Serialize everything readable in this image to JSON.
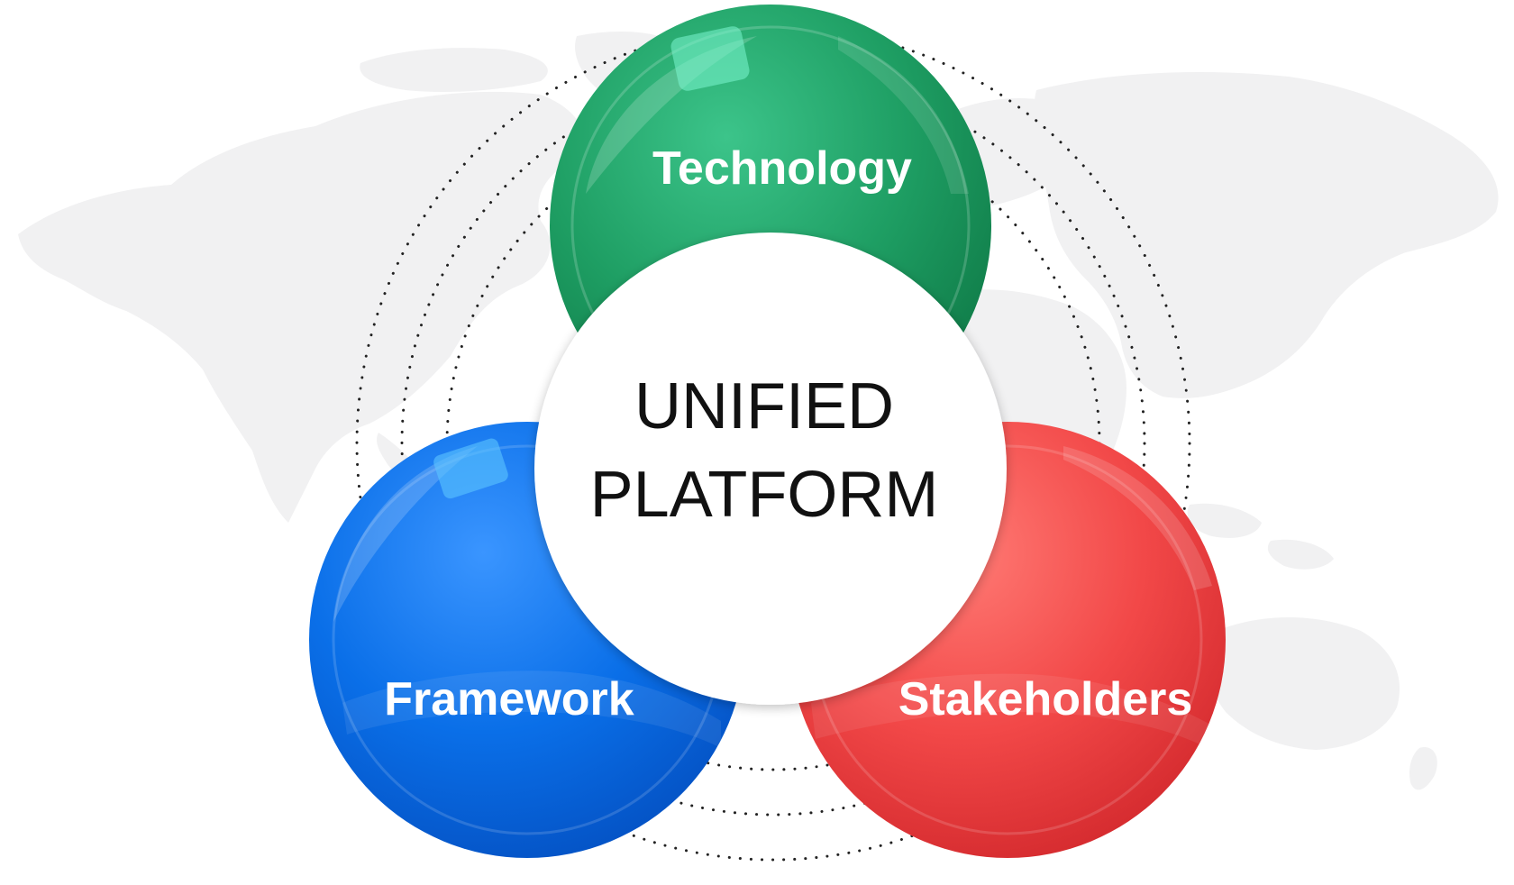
{
  "diagram": {
    "center": {
      "line1": "UNIFIED",
      "line2": "PLATFORM"
    },
    "nodes": [
      {
        "id": "technology",
        "label": "Technology",
        "color": "#1e9e63"
      },
      {
        "id": "framework",
        "label": "Framework",
        "color": "#0a6fe8"
      },
      {
        "id": "stakeholders",
        "label": "Stakeholders",
        "color": "#f24848"
      }
    ],
    "background": "world-map-silhouette",
    "colors": {
      "map": "#f1f1f2",
      "dots": "#222222",
      "center_fill": "#ffffff",
      "center_text": "#111111"
    }
  }
}
